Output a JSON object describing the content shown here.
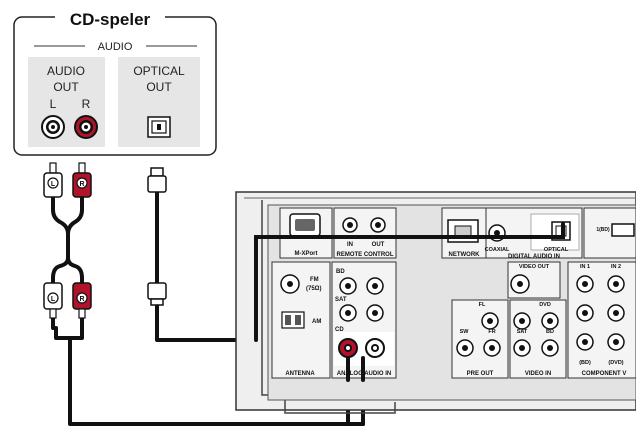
{
  "device": {
    "title": "CD-speler",
    "section_label": "AUDIO",
    "audio_out": {
      "line1": "AUDIO",
      "line2": "OUT",
      "left": "L",
      "right": "R"
    },
    "optical_out": {
      "line1": "OPTICAL",
      "line2": "OUT"
    }
  },
  "plugs": {
    "left": "L",
    "right": "R"
  },
  "receiver": {
    "mxport": "M-XPort",
    "remote_in": "IN",
    "remote_out": "OUT",
    "remote_control": "REMOTE CONTROL",
    "network": "NETWORK",
    "coaxial": "COAXIAL",
    "optical": "OPTICAL",
    "digital_audio_in": "DIGITAL AUDIO IN",
    "bd_top": "1(BD)",
    "fm": "FM",
    "fm_ohm": "(75Ω)",
    "am": "AM",
    "antenna": "ANTENNA",
    "bd": "BD",
    "sat": "SAT",
    "cd": "CD",
    "analog_audio_in": "ANALOG AUDIO IN",
    "video_out": "VIDEO OUT",
    "dvd": "DVD",
    "fl": "FL",
    "sw": "SW",
    "fr": "FR",
    "pre_out": "PRE OUT",
    "sat2": "SAT",
    "bd2": "BD",
    "video_in": "VIDEO IN",
    "in1": "IN 1",
    "in2": "IN 2",
    "bd_paren": "(BD)",
    "dvd_paren": "(DVD)",
    "component_video": "COMPONENT V"
  },
  "colors": {
    "red": "#b0142a",
    "panel_bg": "#e6e6e6",
    "receiver_bg": "#efefef",
    "cable": "#111111"
  }
}
